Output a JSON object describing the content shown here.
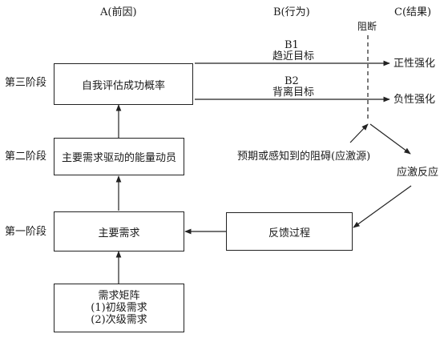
{
  "columns": {
    "a": "A(前因)",
    "b": "B(行为)",
    "c": "C(结果)"
  },
  "stages": {
    "stage3": "第三阶段",
    "stage2": "第二阶段",
    "stage1": "第一阶段"
  },
  "boxes": {
    "self_eval": "自我评估成功概率",
    "energy": "主要需求驱动的能量动员",
    "main_need": "主要需求",
    "feedback": "反馈过程",
    "matrix_title": "需求矩阵",
    "matrix_line1": "(1)初级需求",
    "matrix_line2": "(2)次级需求"
  },
  "paths": {
    "b1_code": "B1",
    "b1_label": "趋近目标",
    "b2_code": "B2",
    "b2_label": "背离目标"
  },
  "outcomes": {
    "positive": "正性强化",
    "negative": "负性强化",
    "stress_response": "应激反应"
  },
  "barrier": {
    "label": "阻断",
    "source": "预期或感知到的阻碍(应激源)"
  }
}
